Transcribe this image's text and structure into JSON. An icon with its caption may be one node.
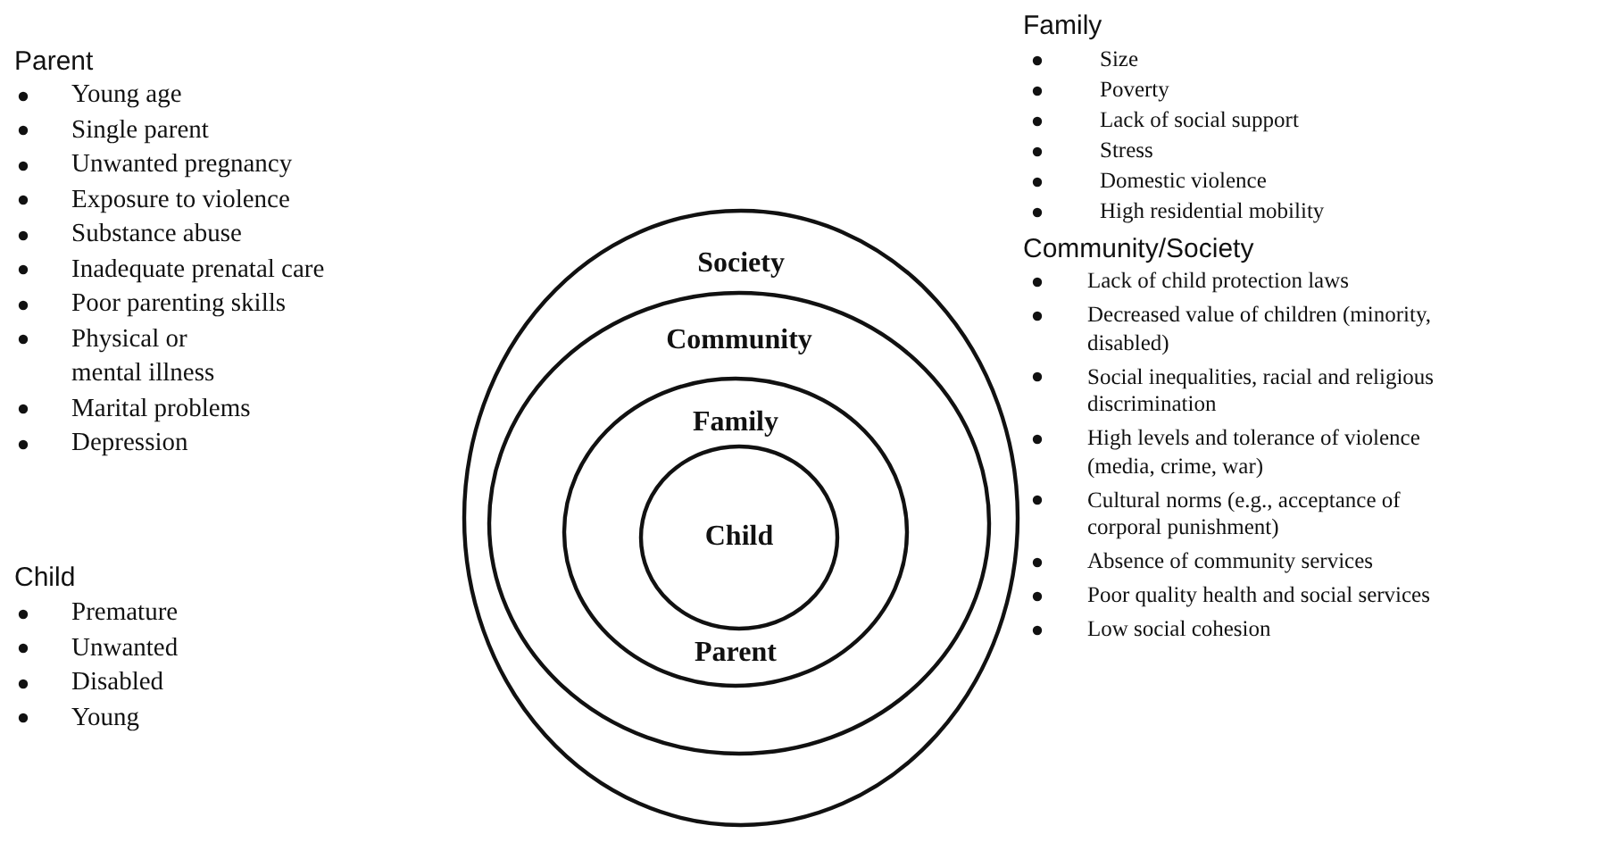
{
  "diagram": {
    "nodes": [
      {
        "text": [
          "Society"
        ]
      },
      {
        "text": [
          "Community"
        ],
        "in": 0
      },
      {
        "text": [
          "Family",
          "Parent"
        ],
        "in": 1
      },
      {
        "text": [
          "Child"
        ],
        "in": 2
      }
    ],
    "labels": [
      "Parent",
      "Young age",
      "Single parent",
      "Unwanted pregnancy",
      "Exposure to violence",
      "Substance abuse",
      "Inadequate prenatal care",
      "Poor parenting skills",
      "Physical or mental illness",
      "Marital problems",
      "Depression",
      "Child",
      "Premature",
      "Unwanted",
      "Disabled",
      "Young",
      "Family",
      "Size",
      "Poverty",
      "Lack of social support",
      "Stress",
      "Domestic violence",
      "High residential mobility",
      "Community/Society",
      "Lack of child protection laws",
      "Decreased value of children (minority, disabled)",
      "Social inequalities, racial and religious discrimination",
      "High levels and tolerance of violence (media, crime, war)",
      "Cultural norms (e.g., acceptance of corporal punishment)",
      "Absence of community services",
      "Poor quality health and social services",
      "Low social cohesion"
    ]
  }
}
